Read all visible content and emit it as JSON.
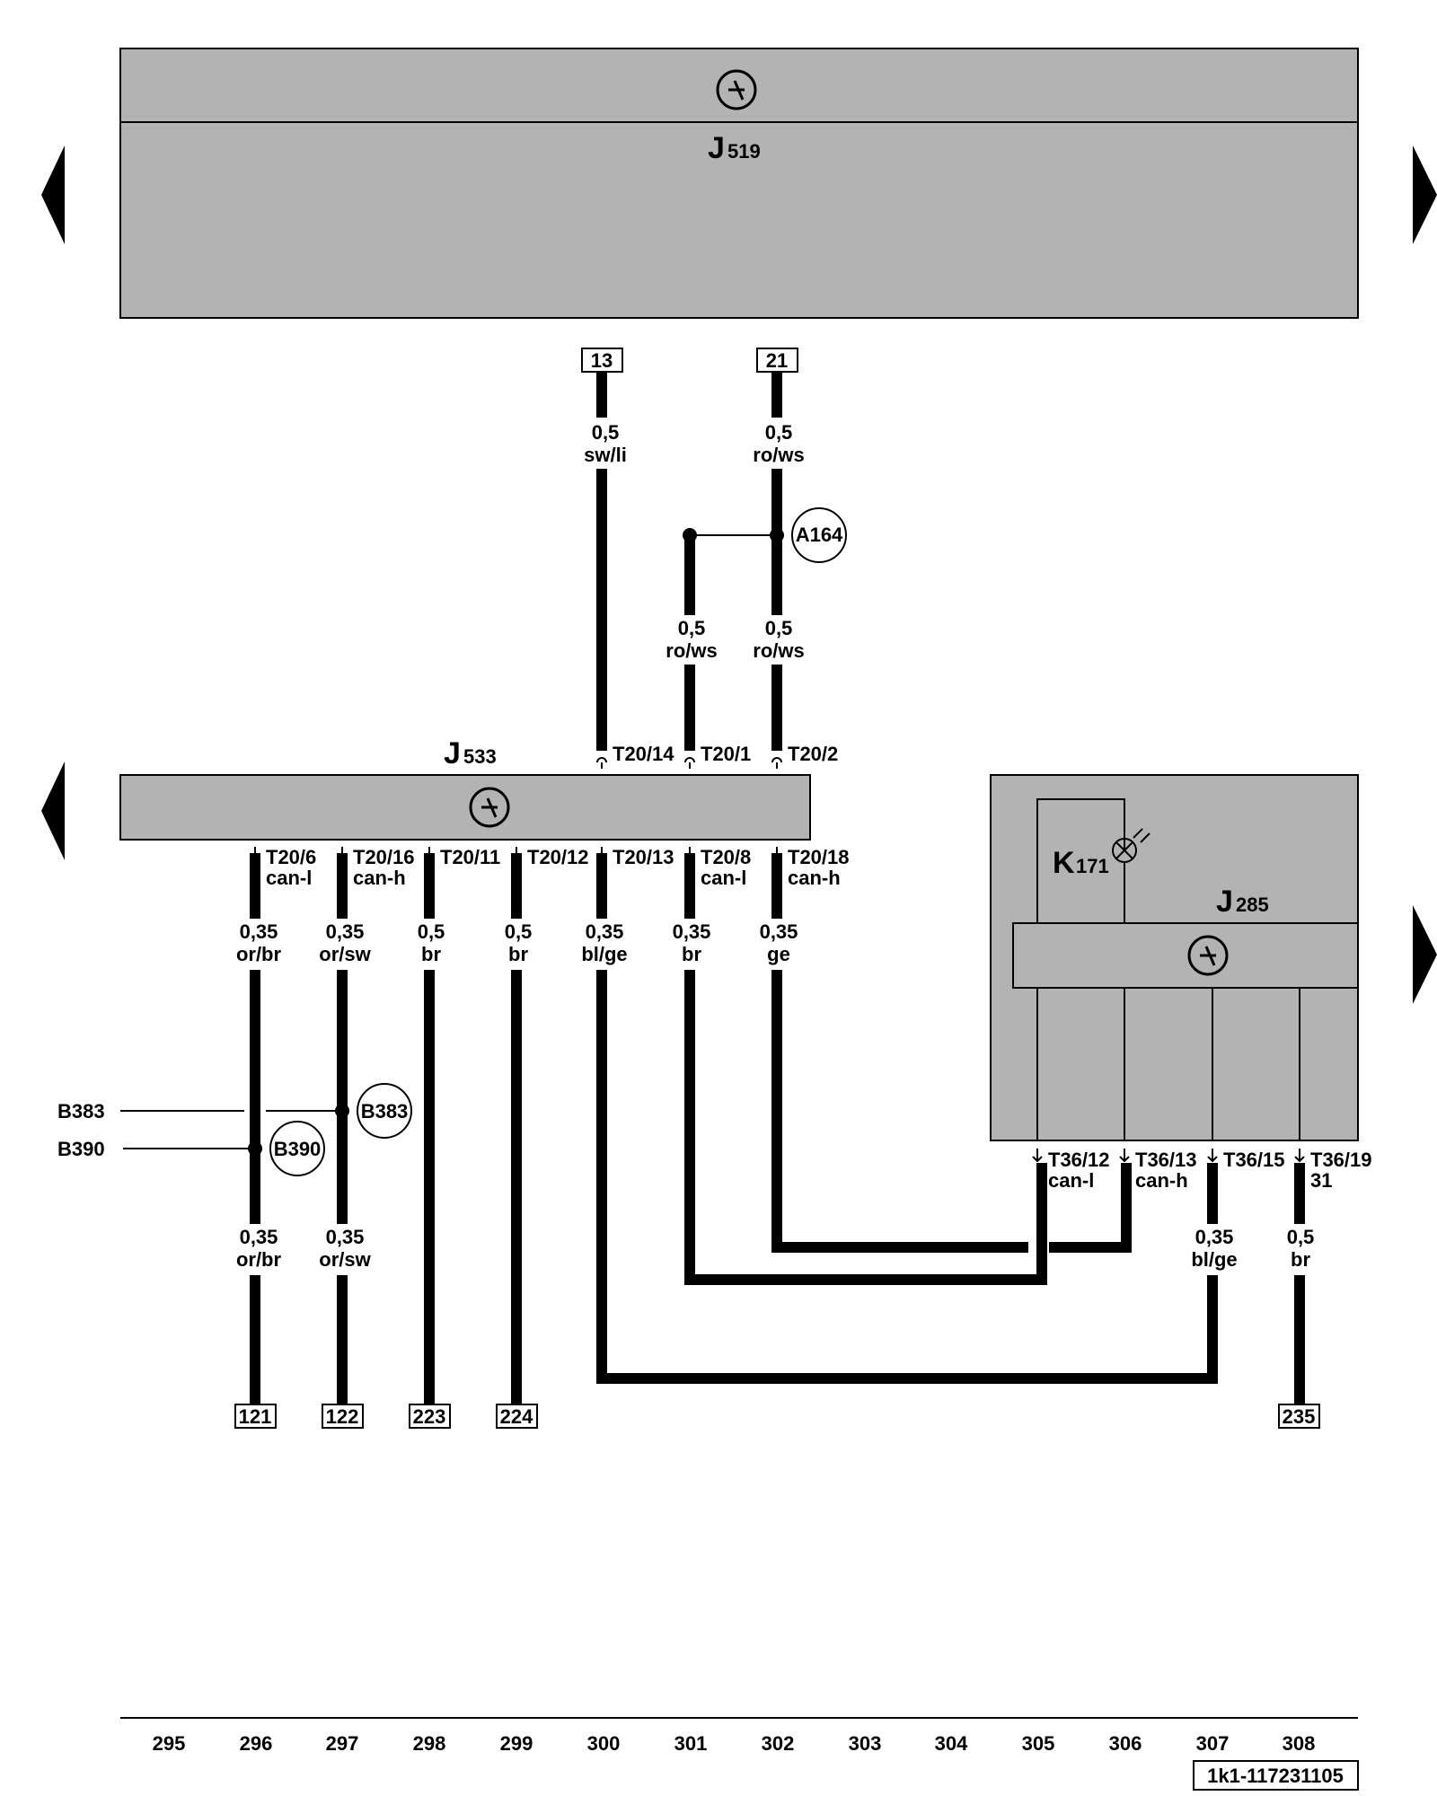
{
  "components": {
    "j519": {
      "letter": "J",
      "number": "519"
    },
    "j533": {
      "letter": "J",
      "number": "533"
    },
    "j285": {
      "letter": "J",
      "number": "285"
    },
    "k171": {
      "letter": "K",
      "number": "171"
    }
  },
  "top_terminals": {
    "t13": "13",
    "t21": "21"
  },
  "bottom_terminals": {
    "t121": "121",
    "t122": "122",
    "t223": "223",
    "t224": "224",
    "t235": "235"
  },
  "splices": {
    "a164": "A164",
    "b383": "B383",
    "b390": "B390"
  },
  "side_labels": {
    "b383": "B383",
    "b390": "B390"
  },
  "pins_j533_top": {
    "t20_14": "T20/14",
    "t20_1": "T20/1",
    "t20_2": "T20/2"
  },
  "pins_j533_bottom": [
    {
      "pin": "T20/6",
      "sig": "can-l"
    },
    {
      "pin": "T20/16",
      "sig": "can-h"
    },
    {
      "pin": "T20/11",
      "sig": ""
    },
    {
      "pin": "T20/12",
      "sig": ""
    },
    {
      "pin": "T20/13",
      "sig": ""
    },
    {
      "pin": "T20/8",
      "sig": "can-l"
    },
    {
      "pin": "T20/18",
      "sig": "can-h"
    }
  ],
  "pins_j285": [
    {
      "pin": "T36/12",
      "sig": "can-l"
    },
    {
      "pin": "T36/13",
      "sig": "can-h"
    },
    {
      "pin": "T36/15",
      "sig": ""
    },
    {
      "pin": "T36/19",
      "sig": "31"
    }
  ],
  "wire_labels": {
    "w13": {
      "size": "0,5",
      "color": "sw/li"
    },
    "w21": {
      "size": "0,5",
      "color": "ro/ws"
    },
    "wA1": {
      "size": "0,5",
      "color": "ro/ws"
    },
    "wA2": {
      "size": "0,5",
      "color": "ro/ws"
    },
    "w296a": {
      "size": "0,35",
      "color": "or/br"
    },
    "w297a": {
      "size": "0,35",
      "color": "or/sw"
    },
    "w298": {
      "size": "0,5",
      "color": "br"
    },
    "w299": {
      "size": "0,5",
      "color": "br"
    },
    "w300": {
      "size": "0,35",
      "color": "bl/ge"
    },
    "w301": {
      "size": "0,35",
      "color": "br"
    },
    "w302": {
      "size": "0,35",
      "color": "ge"
    },
    "w296b": {
      "size": "0,35",
      "color": "or/br"
    },
    "w297b": {
      "size": "0,35",
      "color": "or/sw"
    },
    "w307": {
      "size": "0,35",
      "color": "bl/ge"
    },
    "w308": {
      "size": "0,5",
      "color": "br"
    }
  },
  "scale": [
    "295",
    "296",
    "297",
    "298",
    "299",
    "300",
    "301",
    "302",
    "303",
    "304",
    "305",
    "306",
    "307",
    "308"
  ],
  "figure_id": "1k1-117231105"
}
